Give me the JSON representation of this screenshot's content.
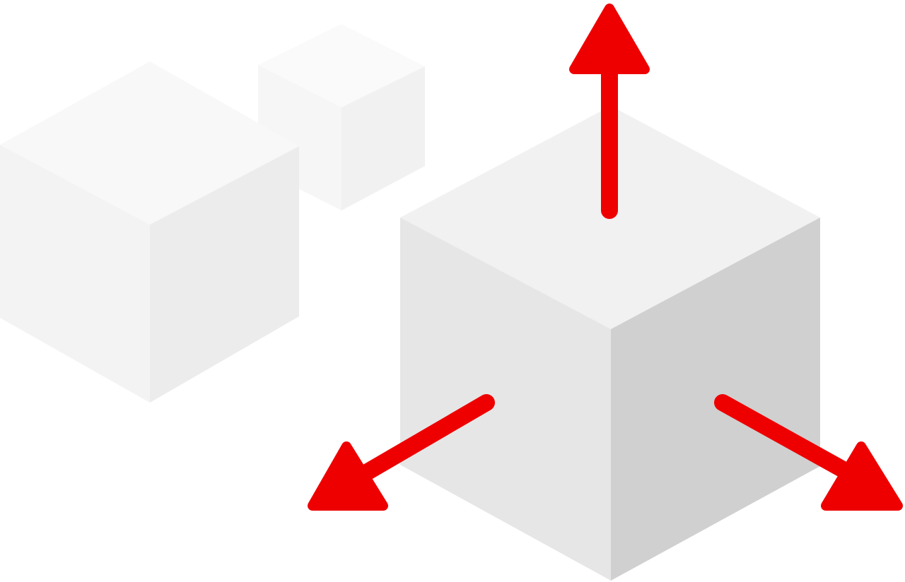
{
  "diagram": {
    "cubes": [
      {
        "name": "large-cube",
        "role": "primary",
        "faces": {
          "top": "#f1f1f1",
          "left": "#e6e6e6",
          "right": "#d0d0d0"
        }
      },
      {
        "name": "medium-cube",
        "role": "faded",
        "faces": {
          "top": "#f8f8f8",
          "left": "#f3f3f3",
          "right": "#ececec"
        }
      },
      {
        "name": "small-cube",
        "role": "faded",
        "faces": {
          "top": "#fafafa",
          "left": "#f6f6f6",
          "right": "#f1f1f1"
        }
      }
    ],
    "arrows": [
      {
        "name": "arrow-up",
        "direction": "up"
      },
      {
        "name": "arrow-down-left",
        "direction": "down-left"
      },
      {
        "name": "arrow-down-right",
        "direction": "down-right"
      }
    ],
    "colors": {
      "arrow": "#ee0000",
      "background": "#ffffff"
    }
  }
}
